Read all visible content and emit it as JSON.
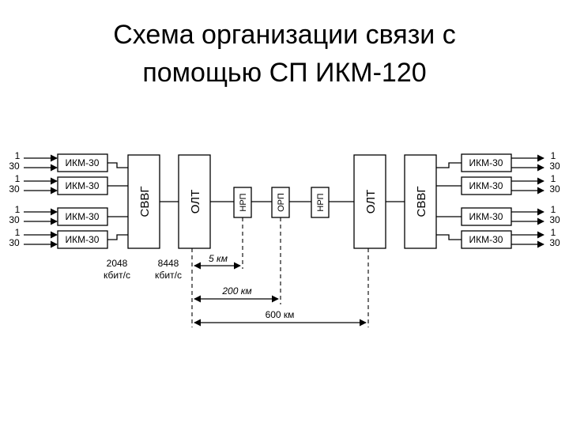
{
  "slide": {
    "title_line1": "Схема организации связи с",
    "title_line2": "помощью СП ИКМ-120"
  },
  "diagram": {
    "channel_top": "1",
    "channel_bottom": "30",
    "ikm_label": "ИКМ-30",
    "svvg_label": "СВВГ",
    "olt_label": "ОЛТ",
    "nrp_label": "НРП",
    "orp_label": "ОРП",
    "rate_2048": "2048",
    "rate_8448": "8448",
    "rate_unit": "кбит/с",
    "dist_5": "5 км",
    "dist_200": "200 км",
    "dist_600": "600 км"
  }
}
